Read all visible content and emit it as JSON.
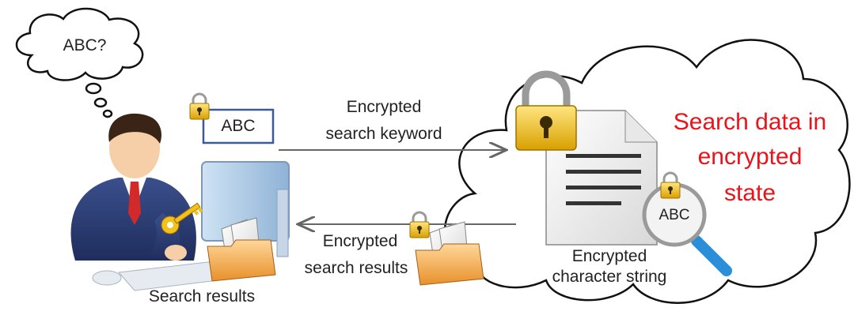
{
  "thought_bubble": {
    "text": "ABC?"
  },
  "keyword_box": {
    "text": "ABC"
  },
  "arrow_to_cloud": {
    "line1": "Encrypted",
    "line2": "search keyword"
  },
  "arrow_to_user": {
    "line1": "Encrypted",
    "line2": "search results"
  },
  "cloud": {
    "title_line1": "Search data in",
    "title_line2": "encrypted",
    "title_line3": "state",
    "magnifier_text": "ABC",
    "doc_label_line1": "Encrypted",
    "doc_label_line2": "character string"
  },
  "user": {
    "caption": "Search results"
  },
  "colors": {
    "accent_red": "#e8141c",
    "lock_gold": "#f2c21b",
    "folder_orange": "#f0a030",
    "box_blue": "#3c5a9a",
    "arrow_gray": "#666666"
  }
}
